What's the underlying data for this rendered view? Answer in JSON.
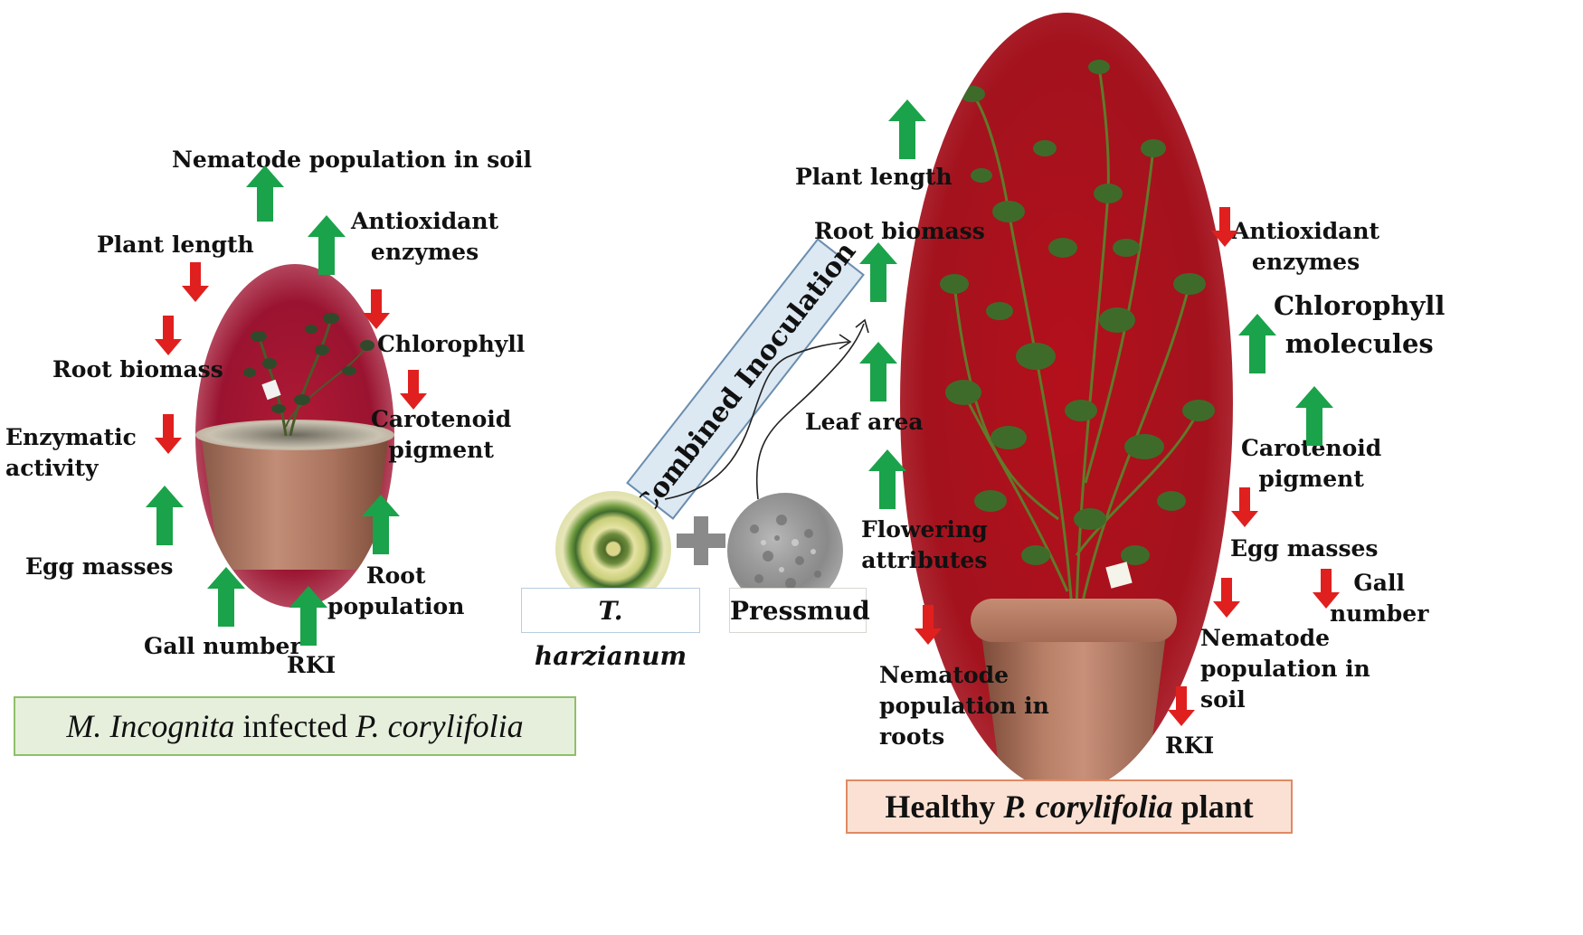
{
  "left_panel": {
    "caption_parts": [
      "M. Incognita",
      " infected ",
      "P. corylifolia"
    ],
    "labels": {
      "nematode_soil": "Nematode population in soil",
      "antioxidant": "Antioxidant\nenzymes",
      "plant_length": "Plant length",
      "chlorophyll": "Chlorophyll",
      "root_biomass": "Root biomass",
      "carotenoid": "Carotenoid\npigment",
      "enzymatic": "Enzymatic\nactivity",
      "egg_masses": "Egg masses",
      "root_population": "Root\npopulation",
      "gall_number": "Gall number",
      "rki": "RKI"
    }
  },
  "center": {
    "banner": "Combined Inoculation",
    "fungus_label": "T. harzianum",
    "pressmud_label": "Pressmud",
    "plus_symbol": "+"
  },
  "right_panel": {
    "caption_parts": [
      "Healthy ",
      "P. corylifolia",
      " plant"
    ],
    "labels": {
      "plant_length": "Plant length",
      "root_biomass": "Root biomass",
      "leaf_area": "Leaf area",
      "flowering": "Flowering\nattributes",
      "nematode_roots": "Nematode\npopulation in\nroots",
      "antioxidant": "Antioxidant\nenzymes",
      "chlorophyll": "Chlorophyll\nmolecules",
      "carotenoid": "Carotenoid\npigment",
      "egg_masses": "Egg masses",
      "gall_number": "Gall\nnumber",
      "nematode_soil": "Nematode\npopulation in\nsoil",
      "rki": "RKI"
    }
  },
  "colors": {
    "increase_arrow": "#1aa34a",
    "decrease_arrow": "#e0201e",
    "oval_red": "#a8131c",
    "left_caption_bg": "#e6efdc",
    "left_caption_border": "#8fbf6a",
    "right_caption_bg": "#fbe1d3",
    "right_caption_border": "#e08a63",
    "banner_bg": "#dce8f2",
    "banner_border": "#6b8eaf"
  }
}
